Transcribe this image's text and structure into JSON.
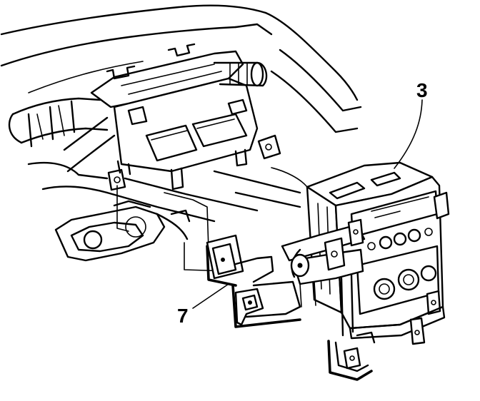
{
  "callouts": [
    {
      "id": "3",
      "label": "3"
    },
    {
      "id": "7",
      "label": "7"
    }
  ],
  "colors": {
    "line": "#000000",
    "background": "#ffffff"
  }
}
